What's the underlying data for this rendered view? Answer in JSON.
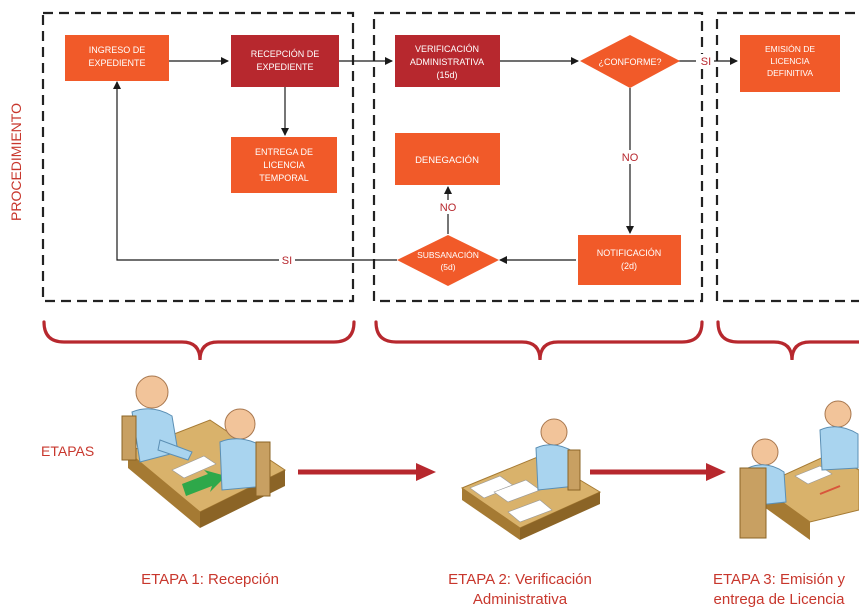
{
  "side_labels": {
    "procedimiento": "PROCEDIMIENTO",
    "etapas": "ETAPAS"
  },
  "nodes": {
    "ingreso": [
      "INGRESO DE",
      "EXPEDIENTE"
    ],
    "recepcion": [
      "RECEPCIÓN DE",
      "EXPEDIENTE"
    ],
    "entrega_temporal": [
      "ENTREGA DE",
      "LICENCIA",
      "TEMPORAL"
    ],
    "verificacion": [
      "VERIFICACIÓN",
      "ADMINISTRATIVA",
      "(15d)"
    ],
    "conforme": [
      "¿CONFORME?"
    ],
    "emision": [
      "EMISIÓN DE",
      "LICENCIA",
      "DEFINITIVA"
    ],
    "denegacion": [
      "DENEGACIÓN"
    ],
    "notificacion": [
      "NOTIFICACIÓN",
      "(2d)"
    ],
    "subsanacion": [
      "SUBSANACIÓN",
      "(5d)"
    ]
  },
  "edge_labels": {
    "si_conforme": "SI",
    "no_conforme": "NO",
    "no_subsanacion": "NO",
    "si_subsanacion": "SI"
  },
  "stages": {
    "etapa1": "ETAPA 1: Recepción",
    "etapa2_line1": "ETAPA 2: Verificación",
    "etapa2_line2": "Administrativa",
    "etapa3_line1": "ETAPA 3: Emisión y",
    "etapa3_line2": "entrega de Licencia"
  },
  "colors": {
    "orange": "#f15a29",
    "dark_red": "#b7282e",
    "label_red": "#c8372d",
    "dashed_border": "#222222"
  }
}
